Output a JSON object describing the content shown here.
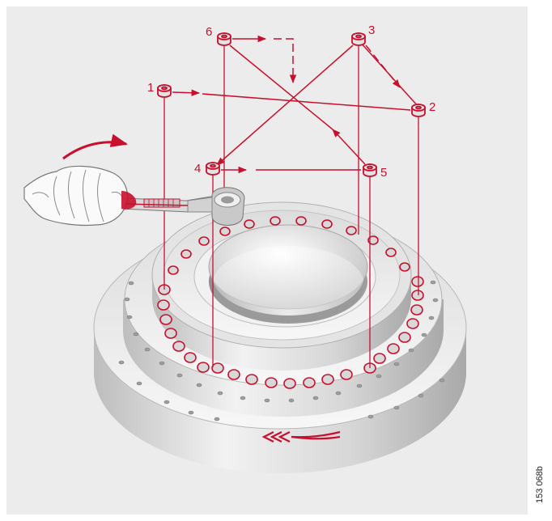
{
  "diagram": {
    "tightening_sequence": [
      "1",
      "2",
      "3",
      "4",
      "5",
      "6"
    ],
    "figure_code": "153 068b",
    "colors": {
      "accent": "#c8102e",
      "panel": "#ececec",
      "metal_light": "#f4f4f4",
      "metal_mid": "#cfcfcf",
      "metal_dark": "#9a9a9a"
    },
    "icons": [
      "hand-icon",
      "torque-wrench-icon",
      "rotation-arrow-icon",
      "direction-chevrons-icon"
    ]
  }
}
